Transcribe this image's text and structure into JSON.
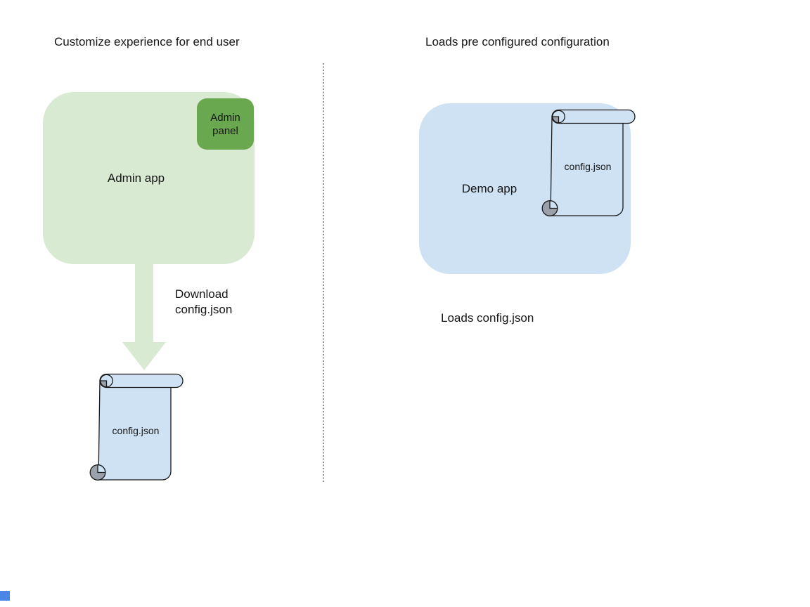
{
  "left_panel": {
    "title": "Customize experience for end user",
    "admin_app_label": "Admin app",
    "admin_panel_label": "Admin panel",
    "arrow_label_line1": "Download",
    "arrow_label_line2": "config.json",
    "file_label": "config.json"
  },
  "right_panel": {
    "title": "Loads pre configured configuration",
    "demo_app_label": "Demo app",
    "file_label": "config.json",
    "caption": "Loads config.json"
  },
  "colors": {
    "light_green": "#d9ead3",
    "green": "#6aa84f",
    "light_blue": "#cfe2f3",
    "curl_gray": "#9aa1aa",
    "divider_gray": "#8d8d8d",
    "stray_square_blue": "#4a86e8",
    "outline": "#1b1b1b",
    "text": "#161616"
  }
}
